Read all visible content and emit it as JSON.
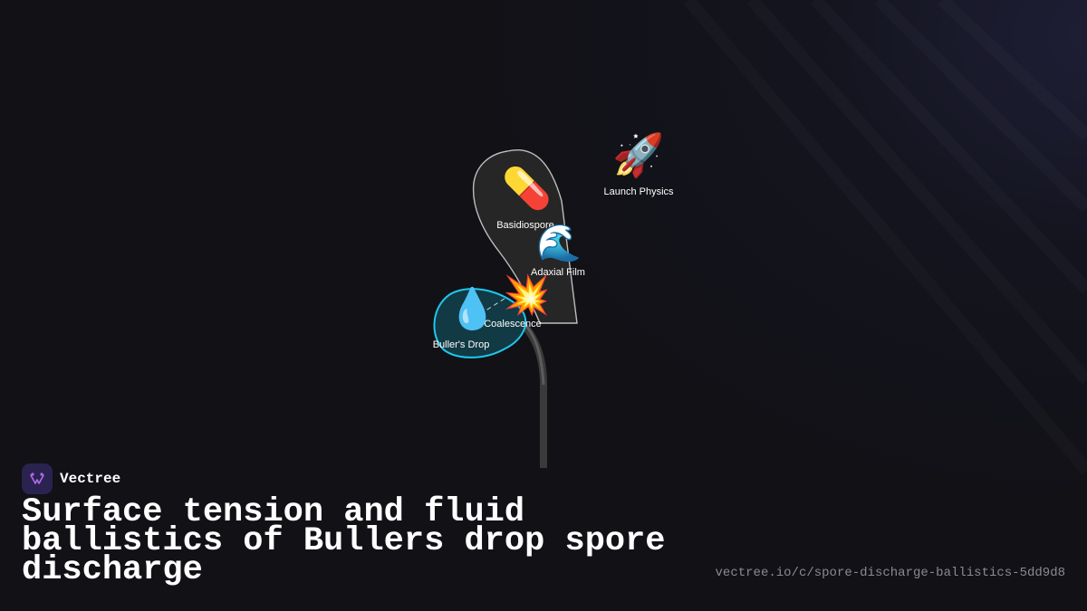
{
  "brand": {
    "name": "Vectree",
    "logo_icon": "vectree-logo-icon",
    "accent_color": "#b06cf0"
  },
  "title": "Surface tension and fluid ballistics of Bullers drop spore discharge",
  "url": "vectree.io/c/spore-discharge-ballistics-5dd9d8",
  "diagram": {
    "nodes": [
      {
        "id": "basidiospore",
        "label": "Basidiospore",
        "icon": "pill-icon",
        "glyph": "💊"
      },
      {
        "id": "launch-physics",
        "label": "Launch Physics",
        "icon": "rocket-icon",
        "glyph": "🚀"
      },
      {
        "id": "adaxial-film",
        "label": "Adaxial Film",
        "icon": "water-wave-icon",
        "glyph": "🌊"
      },
      {
        "id": "coalescence",
        "label": "Coalescence",
        "icon": "collision-icon",
        "glyph": "💥"
      },
      {
        "id": "bullers-drop",
        "label": "Buller's Drop",
        "icon": "droplet-icon",
        "glyph": "💧"
      }
    ],
    "colors": {
      "spore_fill": "#262626",
      "spore_stroke": "#bdbdbd",
      "drop_fill": "#123a44",
      "drop_stroke": "#1ec8ee",
      "stalk": "#3a3a3a",
      "background": "#111116"
    }
  }
}
